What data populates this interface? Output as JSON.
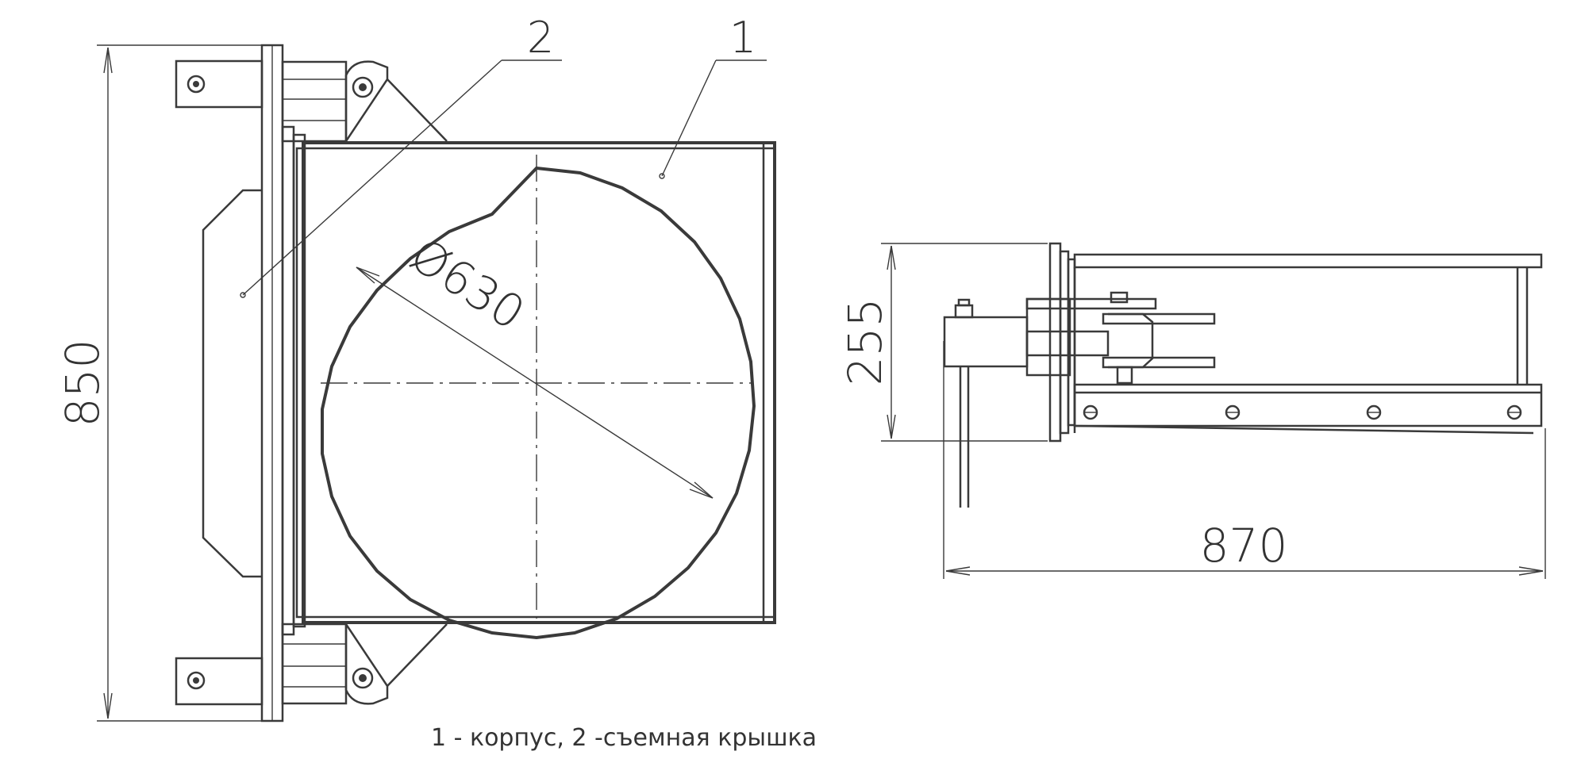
{
  "dimensions": {
    "height_front": "850",
    "diameter": "Ø630",
    "height_side": "255",
    "length_side": "870"
  },
  "callouts": {
    "body": "1",
    "cover": "2"
  },
  "caption": "1 - корпус, 2 -съемная крышка",
  "colors": {
    "line": "#3a3a3a",
    "text": "#333333",
    "background": "#ffffff"
  }
}
